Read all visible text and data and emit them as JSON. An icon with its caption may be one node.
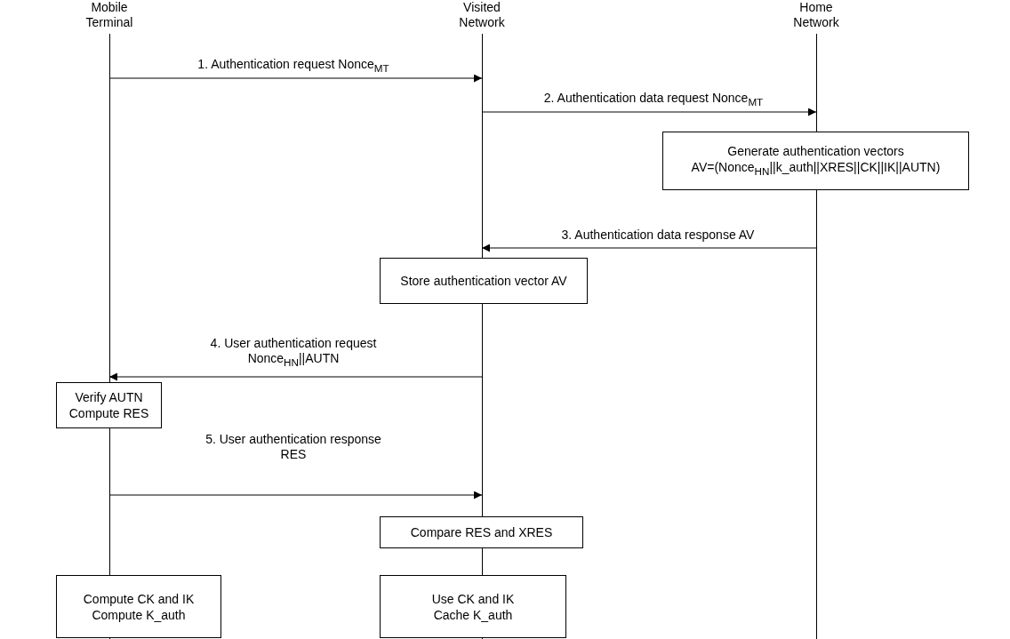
{
  "diagram": {
    "nodes": [
      {
        "text": [
          "Mobile Terminal"
        ]
      },
      {
        "text": [
          "Visited Network"
        ]
      },
      {
        "text": [
          "Home Network"
        ]
      },
      {
        "text": [
          "Generate authentication vectors",
          "AV=(Nonce$_{HN}$||k_auth||XRES||CK||IK||AUTN)"
        ]
      },
      {
        "text": [
          "Store authentication vector AV"
        ]
      },
      {
        "text": [
          "Verify AUTN Compute RES"
        ]
      },
      {
        "text": [
          "Compare RES and XRES"
        ]
      },
      {
        "text": [
          "Compute CK and IK Compute K_auth"
        ]
      },
      {
        "text": [
          "Use CK and IK Cache K_auth"
        ]
      }
    ],
    "edges": [
      {
        "from": 0,
        "to": 1,
        "arrow": "to",
        "label": "1. Authentication request Nonce$_{MT}$"
      },
      {
        "from": 1,
        "to": 2,
        "arrow": "to",
        "label": "2. Authentication data request Nonce$_{MT}$"
      },
      {
        "from": 2,
        "to": 1,
        "arrow": "to",
        "label": "3. Authentication data response AV"
      },
      {
        "from": 1,
        "to": 0,
        "arrow": "to",
        "label": "4. User authentication request Nonce$_{HN}$||AUTN"
      },
      {
        "from": 0,
        "to": 1,
        "arrow": "to",
        "label": "5. User authentication response RES"
      }
    ]
  }
}
